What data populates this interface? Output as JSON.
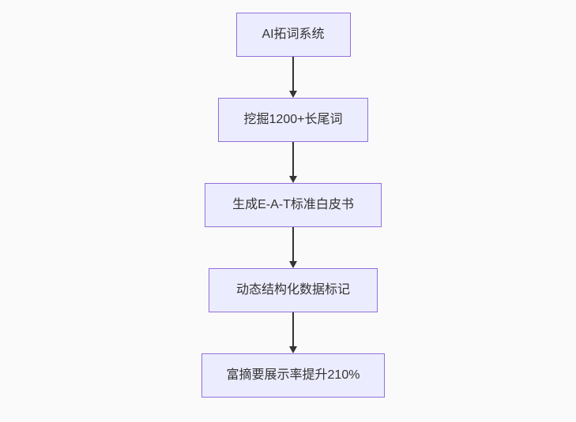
{
  "colors": {
    "background": "#fafafa",
    "node_fill": "#ececff",
    "node_border": "#9370db",
    "text": "#333333",
    "arrow": "#333333"
  },
  "flowchart": {
    "direction": "top-down",
    "nodes": [
      {
        "label": "AI拓词系统"
      },
      {
        "label": "挖掘1200+长尾词"
      },
      {
        "label": "生成E-A-T标准白皮书"
      },
      {
        "label": "动态结构化数据标记"
      },
      {
        "label": "富摘要展示率提升210%"
      }
    ],
    "connections": [
      {
        "from": 0,
        "to": 1,
        "style": "arrow-down"
      },
      {
        "from": 1,
        "to": 2,
        "style": "arrow-down"
      },
      {
        "from": 2,
        "to": 3,
        "style": "arrow-down"
      },
      {
        "from": 3,
        "to": 4,
        "style": "arrow-down"
      }
    ]
  }
}
